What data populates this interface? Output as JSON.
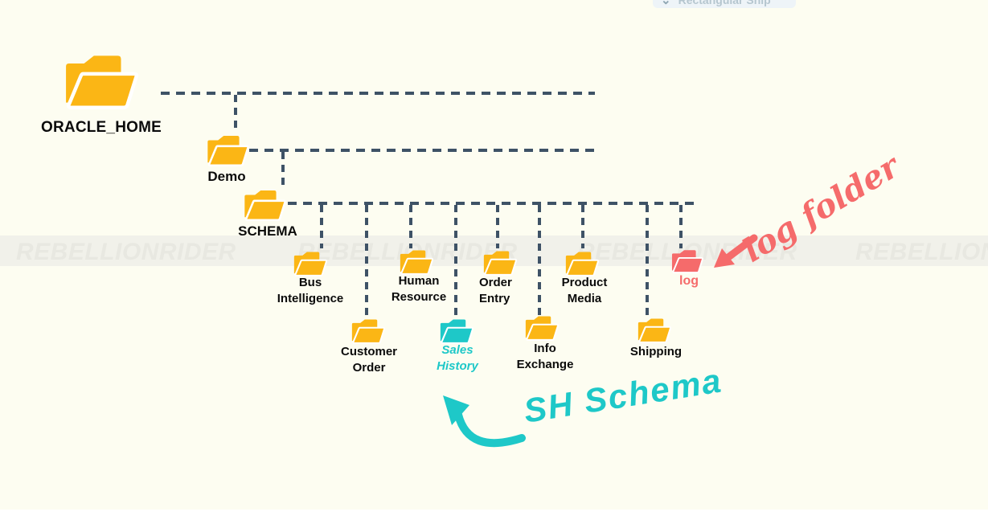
{
  "colors": {
    "background": "#FDFDF1",
    "folder_yellow": "#FBB615",
    "folder_teal": "#1EC8C8",
    "folder_pink": "#F56B6B",
    "dash": "#3E5266"
  },
  "snip_toolbar": {
    "label": "Rectangular Snip",
    "icon": "chevron-down"
  },
  "watermark": {
    "text": "REBELLIONRIDER"
  },
  "tree": {
    "root": {
      "id": "oracle-home",
      "label": "ORACLE_HOME"
    },
    "demo": {
      "id": "demo",
      "label": "Demo"
    },
    "schema": {
      "id": "schema",
      "label": "SCHEMA"
    },
    "children": [
      {
        "id": "bus-intelligence",
        "label_l1": "Bus",
        "label_l2": "Intelligence",
        "row": "top"
      },
      {
        "id": "customer-order",
        "label_l1": "Customer",
        "label_l2": "Order",
        "row": "bottom"
      },
      {
        "id": "human-resource",
        "label_l1": "Human",
        "label_l2": "Resource",
        "row": "top"
      },
      {
        "id": "sales-history",
        "label_l1": "Sales",
        "label_l2": "History",
        "row": "bottom",
        "highlight": "teal"
      },
      {
        "id": "order-entry",
        "label_l1": "Order",
        "label_l2": "Entry",
        "row": "top"
      },
      {
        "id": "info-exchange",
        "label_l1": "Info",
        "label_l2": "Exchange",
        "row": "bottom"
      },
      {
        "id": "product-media",
        "label_l1": "Product",
        "label_l2": "Media",
        "row": "top"
      },
      {
        "id": "shipping",
        "label_l1": "Shipping",
        "label_l2": "",
        "row": "bottom"
      },
      {
        "id": "log",
        "label_l1": "log",
        "label_l2": "",
        "row": "top",
        "highlight": "pink"
      }
    ]
  },
  "annotations": {
    "log_note": {
      "text": "log folder",
      "color": "#F56B6B"
    },
    "sh_note": {
      "text": "SH Schema",
      "color": "#1EC8C8"
    }
  }
}
